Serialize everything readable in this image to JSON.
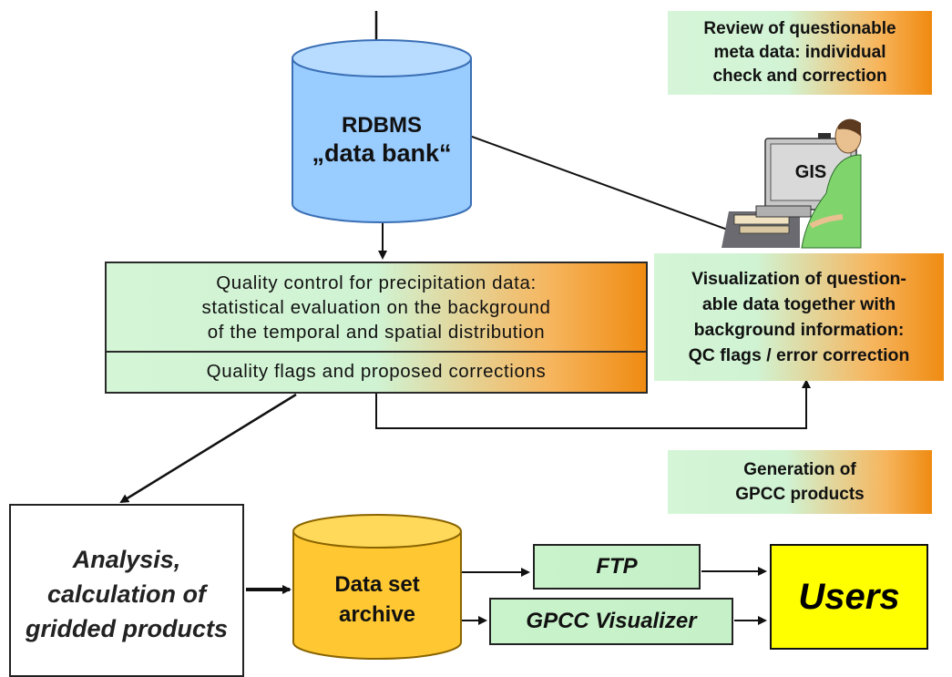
{
  "review_box": {
    "lines": [
      "Review of questionable",
      "meta data: individual",
      "check and correction"
    ]
  },
  "rdbms": {
    "lines": [
      "RDBMS",
      "„data bank“"
    ]
  },
  "gis_monitor": {
    "label": "GIS"
  },
  "quality_control": {
    "lines": [
      "Quality control for precipitation data:",
      "statistical evaluation on the background",
      "of the temporal and spatial distribution"
    ],
    "flags": "Quality flags and proposed corrections"
  },
  "visualization_box": {
    "lines": [
      "Visualization of question-",
      "able data together with",
      "background information:",
      "QC flags / error correction"
    ]
  },
  "generation_box": {
    "lines": [
      "Generation of",
      "GPCC products"
    ]
  },
  "analysis_box": {
    "lines": [
      "Analysis,",
      "calculation of",
      "gridded products"
    ]
  },
  "archive": {
    "lines": [
      "Data set",
      "archive"
    ]
  },
  "ftp": {
    "label": "FTP"
  },
  "visualizer": {
    "label": "GPCC Visualizer"
  },
  "users": {
    "label": "Users"
  },
  "colors": {
    "cylinder_blue": "#99ccff",
    "cylinder_yellow": "#ffcc33",
    "orange": "#f08a10",
    "green": "#d2f4d5",
    "users_yellow": "#ffff00"
  }
}
